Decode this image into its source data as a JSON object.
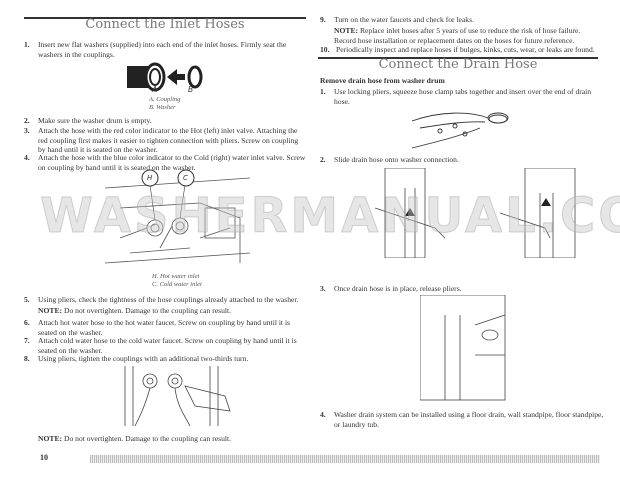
{
  "left": {
    "title": "Connect the Inlet Hoses",
    "items": [
      {
        "num": "1.",
        "text": "Insert new flat washers (supplied) into each end of the inlet hoses. Firmly seat the washers in the couplings."
      },
      {
        "num": "2.",
        "text": "Make sure the washer drum is empty."
      },
      {
        "num": "3.",
        "text": "Attach the hose with the red color indicator to the Hot (left) inlet valve. Attaching the red coupling first makes it easier to tighten connection with pliers. Screw on coupling by hand until it is seated on the washer."
      },
      {
        "num": "4.",
        "text": "Attach the hose with the blue color indicator to the Cold (right) water inlet valve. Screw on coupling by hand until it is seated on the washer."
      },
      {
        "num": "5.",
        "text": "Using pliers, check the tightness of the hose couplings already attached to the washer."
      },
      {
        "num": "6.",
        "text": "Attach hot water hose to the hot water faucet. Screw on coupling by hand until it is seated on the washer."
      },
      {
        "num": "7.",
        "text": "Attach cold water hose to the cold water faucet. Screw on coupling by hand until it is seated on the washer."
      },
      {
        "num": "8.",
        "text": "Using pliers, tighten the couplings with an additional two-thirds turn."
      }
    ],
    "fig1": {
      "label_a": "A",
      "label_b": "B",
      "cap_a": "A. Coupling",
      "cap_b": "B. Washer"
    },
    "fig2": {
      "label_h": "H",
      "label_c": "C",
      "cap_h": "H. Hot water inlet",
      "cap_c": "C. Cold water inlet"
    },
    "note_label": "NOTE:",
    "note1": "Do not overtighten. Damage to the coupling can result.",
    "note2": "Do not overtighten. Damage to the coupling can result."
  },
  "right": {
    "items_top": [
      {
        "num": "9.",
        "text": "Turn on the water faucets and check for leaks."
      },
      {
        "num": "10.",
        "text": "Periodically inspect and replace hoses if bulges, kinks, cuts, wear, or leaks are found."
      }
    ],
    "note_label": "NOTE:",
    "note": "Replace inlet hoses after 5 years of use to reduce the risk of hose failure. Record hose installation or replacement dates on the hoses for future reference.",
    "title": "Connect the Drain Hose",
    "subheading": "Remove drain hose from washer drum",
    "items": [
      {
        "num": "1.",
        "text": "Use locking pliers, squeeze hose clamp tabs together and insert over the end of drain hose."
      },
      {
        "num": "2.",
        "text": "Slide drain hose onto washer connection."
      },
      {
        "num": "3.",
        "text": "Once drain hose is in place, release pliers."
      },
      {
        "num": "4.",
        "text": "Washer drain system can be installed using a floor drain, wall standpipe, floor standpipe, or laundry tub."
      }
    ]
  },
  "watermark": "WASHERMANUAL.COM",
  "footer": {
    "page_number": "10"
  }
}
